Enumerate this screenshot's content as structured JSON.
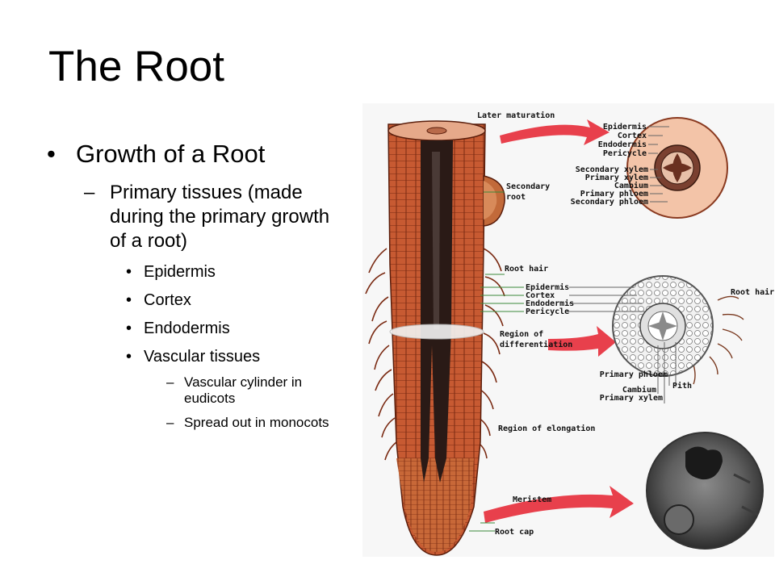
{
  "title": "The Root",
  "bullets": {
    "level1": "Growth of a Root",
    "level2": "Primary tissues (made during the primary growth of a root)",
    "level3": [
      "Epidermis",
      "Cortex",
      "Endodermis",
      "Vascular tissues"
    ],
    "level4": [
      "Vascular cylinder in eudicots",
      "Spread out in monocots"
    ]
  },
  "figure": {
    "labels": {
      "later_maturation": "Later maturation",
      "secondary_root": [
        "Secondary",
        "root"
      ],
      "root_hair_left": "Root hair",
      "region_of_differentiation": [
        "Region of",
        "differentiation"
      ],
      "region_of_elongation": "Region of elongation",
      "meristem": "Meristem",
      "root_cap": "Root cap",
      "top_section": [
        "Epidermis",
        "Cortex",
        "Endodermis",
        "Pericycle",
        "Secondary xylem",
        "Primary xylem",
        "Cambium",
        "Primary phloem",
        "Secondary phloem"
      ],
      "mid_section": [
        "Epidermis",
        "Cortex",
        "Endodermis",
        "Pericycle"
      ],
      "root_hair_right": "Root hair",
      "primary_phloem": "Primary phloem",
      "cambium": "Cambium",
      "primary_xylem": "Primary xylem",
      "pith": "Pith"
    }
  },
  "colors": {
    "root": "#c75a32",
    "root_dark": "#7a2a12",
    "vascular": "#2a1a16",
    "arrow": "#e8404c",
    "section_fill": "#f3c4a8"
  }
}
